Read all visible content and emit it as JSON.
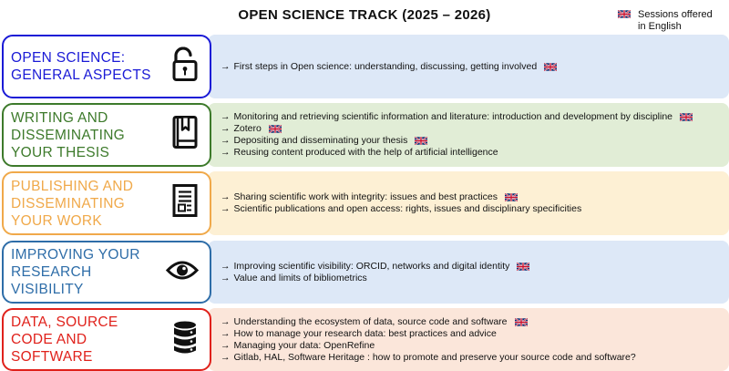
{
  "header": {
    "title": "OPEN SCIENCE TRACK (2025 – 2026)",
    "legend_line1": "Sessions offered",
    "legend_line2": "in English",
    "legend_icon": "uk-flag-icon"
  },
  "colors": {
    "blue": "#1a1ad6",
    "green": "#3d7a2b",
    "orange": "#f0a94a",
    "steel": "#2e6da8",
    "red": "#e0211b",
    "panel_blue": "#dde8f7",
    "panel_green": "#e1edd6",
    "panel_orange": "#fdf0d4",
    "panel_steel": "#dde8f7",
    "panel_red": "#fbe6da"
  },
  "sections": [
    {
      "title": "Open science: general aspects",
      "icon": "unlock-icon",
      "items": [
        {
          "text": "First steps in Open science: understanding, discussing, getting involved",
          "english": true
        }
      ]
    },
    {
      "title": "Writing and disseminating your thesis",
      "icon": "book-bookmark-icon",
      "items": [
        {
          "text": "Monitoring and retrieving scientific information and literature: introduction and development by discipline",
          "english": true
        },
        {
          "text": "Zotero",
          "english": true
        },
        {
          "text": "Depositing and disseminating your thesis",
          "english": true
        },
        {
          "text": "Reusing content produced with the help of artificial intelligence",
          "english": false
        }
      ]
    },
    {
      "title": "Publishing and disseminating your work",
      "icon": "document-icon",
      "items": [
        {
          "text": "Sharing scientific work with integrity: issues and best practices",
          "english": true
        },
        {
          "text": "Scientific publications and open access: rights, issues and disciplinary specificities",
          "english": false
        }
      ]
    },
    {
      "title": "Improving your research visibility",
      "icon": "eye-icon",
      "items": [
        {
          "text": "Improving scientific visibility: ORCID, networks and digital identity",
          "english": true
        },
        {
          "text": "Value and limits of bibliometrics",
          "english": false
        }
      ]
    },
    {
      "title": "Data, source code and software",
      "icon": "database-icon",
      "items": [
        {
          "text": "Understanding the ecosystem of data, source code and software",
          "english": true
        },
        {
          "text": "How to manage your research data: best practices and advice",
          "english": false
        },
        {
          "text": "Managing your data: OpenRefine",
          "english": false
        },
        {
          "text": "Gitlab, HAL, Software Heritage : how to promote and preserve your source code and software?",
          "english": false
        }
      ]
    }
  ]
}
